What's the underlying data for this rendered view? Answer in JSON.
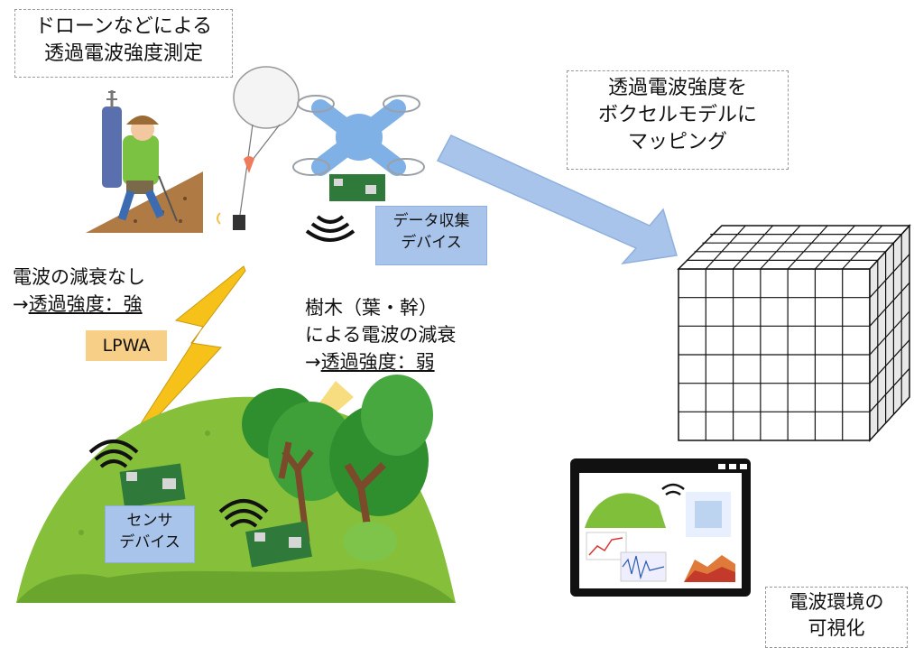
{
  "drone_box": {
    "line1": "ドローンなどによる",
    "line2": "透過電波強度測定"
  },
  "voxel_box": {
    "line1": "透過電波強度を",
    "line2": "ボクセルモデルに",
    "line3": "マッピング"
  },
  "collector_box": {
    "line1": "データ収集",
    "line2": "デバイス"
  },
  "no_attenuation": {
    "line1": "電波の減衰なし",
    "arrow": "→",
    "line2": "透過強度：強"
  },
  "lpwa_label": "LPWA",
  "tree_attenuation": {
    "line1": "樹木（葉・幹）",
    "line2": "による電波の減衰",
    "arrow": "→",
    "line3": "透過強度：弱"
  },
  "sensor_box": {
    "line1": "センサ",
    "line2": "デバイス"
  },
  "visualization_box": {
    "line1": "電波環境の",
    "line2": "可視化"
  },
  "colors": {
    "arrow_blue": "#a9c4ea",
    "lightning": "#f6c21a",
    "hill": "#86bf3a",
    "tree_dark": "#2f8f2f",
    "orange_label": "#f8cf86"
  }
}
